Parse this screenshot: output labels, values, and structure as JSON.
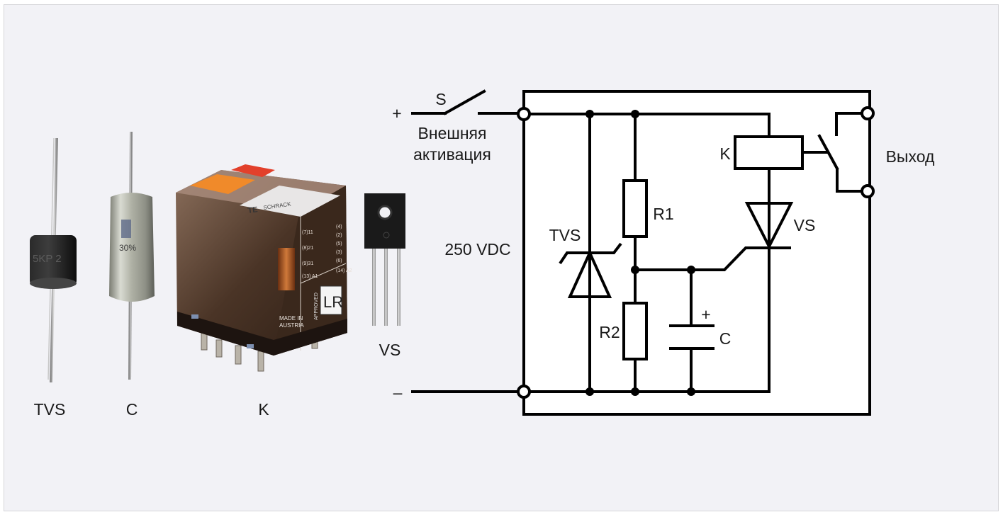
{
  "components_photos": [
    {
      "id": "tvs",
      "caption": "TVS",
      "marking": "5KP 2"
    },
    {
      "id": "capacitor",
      "caption": "C",
      "marking": "30%"
    },
    {
      "id": "relay",
      "caption": "K",
      "marking": "TE",
      "brand_text": "SCHRACK",
      "made_in": [
        "MADE IN",
        "AUSTRIA"
      ],
      "approved": "APPROVED",
      "cert": "LR",
      "pins": [
        "(7)11",
        "(8)21",
        "(9)31",
        "(13) A1",
        "(4)",
        "(2)",
        "(5)",
        "(3)",
        "(6)",
        "(14) A2"
      ]
    },
    {
      "id": "thyristor",
      "caption": "VS"
    }
  ],
  "schematic": {
    "plus_sign": "+",
    "minus_sign": "–",
    "switch_label": "S",
    "activation_label": [
      "Внешняя",
      "активация"
    ],
    "supply_label": "250 VDC",
    "tvs_label": "TVS",
    "r1_label": "R1",
    "r2_label": "R2",
    "cap_label": "C",
    "cap_plus": "+",
    "relay_label": "K",
    "thyristor_label": "VS",
    "output_label": "Выход"
  },
  "colors": {
    "background": "#f2f2f6",
    "box_fill": "#ffffff",
    "line": "#000000"
  }
}
